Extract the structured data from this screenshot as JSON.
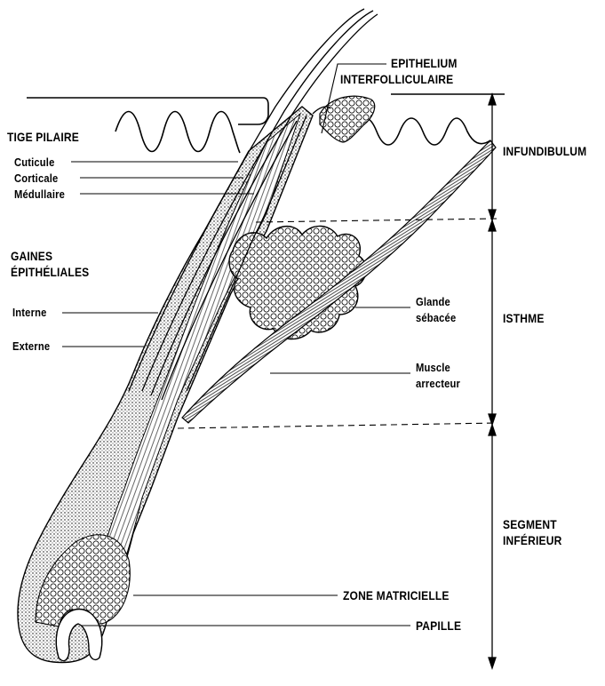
{
  "labels": {
    "epithelium_line1": "EPITHELIUM",
    "epithelium_line2": "INTERFOLLICULAIRE",
    "tige_pilaire": "TIGE PILAIRE",
    "cuticule": "Cuticule",
    "corticale": "Corticale",
    "medullaire": "Médullaire",
    "gaines_line1": "GAINES",
    "gaines_line2": "ÉPITHÉLIALES",
    "interne": "Interne",
    "externe": "Externe",
    "glande_line1": "Glande",
    "glande_line2": "sébacée",
    "muscle_line1": "Muscle",
    "muscle_line2": "arrecteur",
    "zone_matricielle": "ZONE MATRICIELLE",
    "papille": "PAPILLE",
    "infundibulum": "INFUNDIBULUM",
    "isthme": "ISTHME",
    "segment_line1": "SEGMENT",
    "segment_line2": "INFÉRIEUR"
  }
}
